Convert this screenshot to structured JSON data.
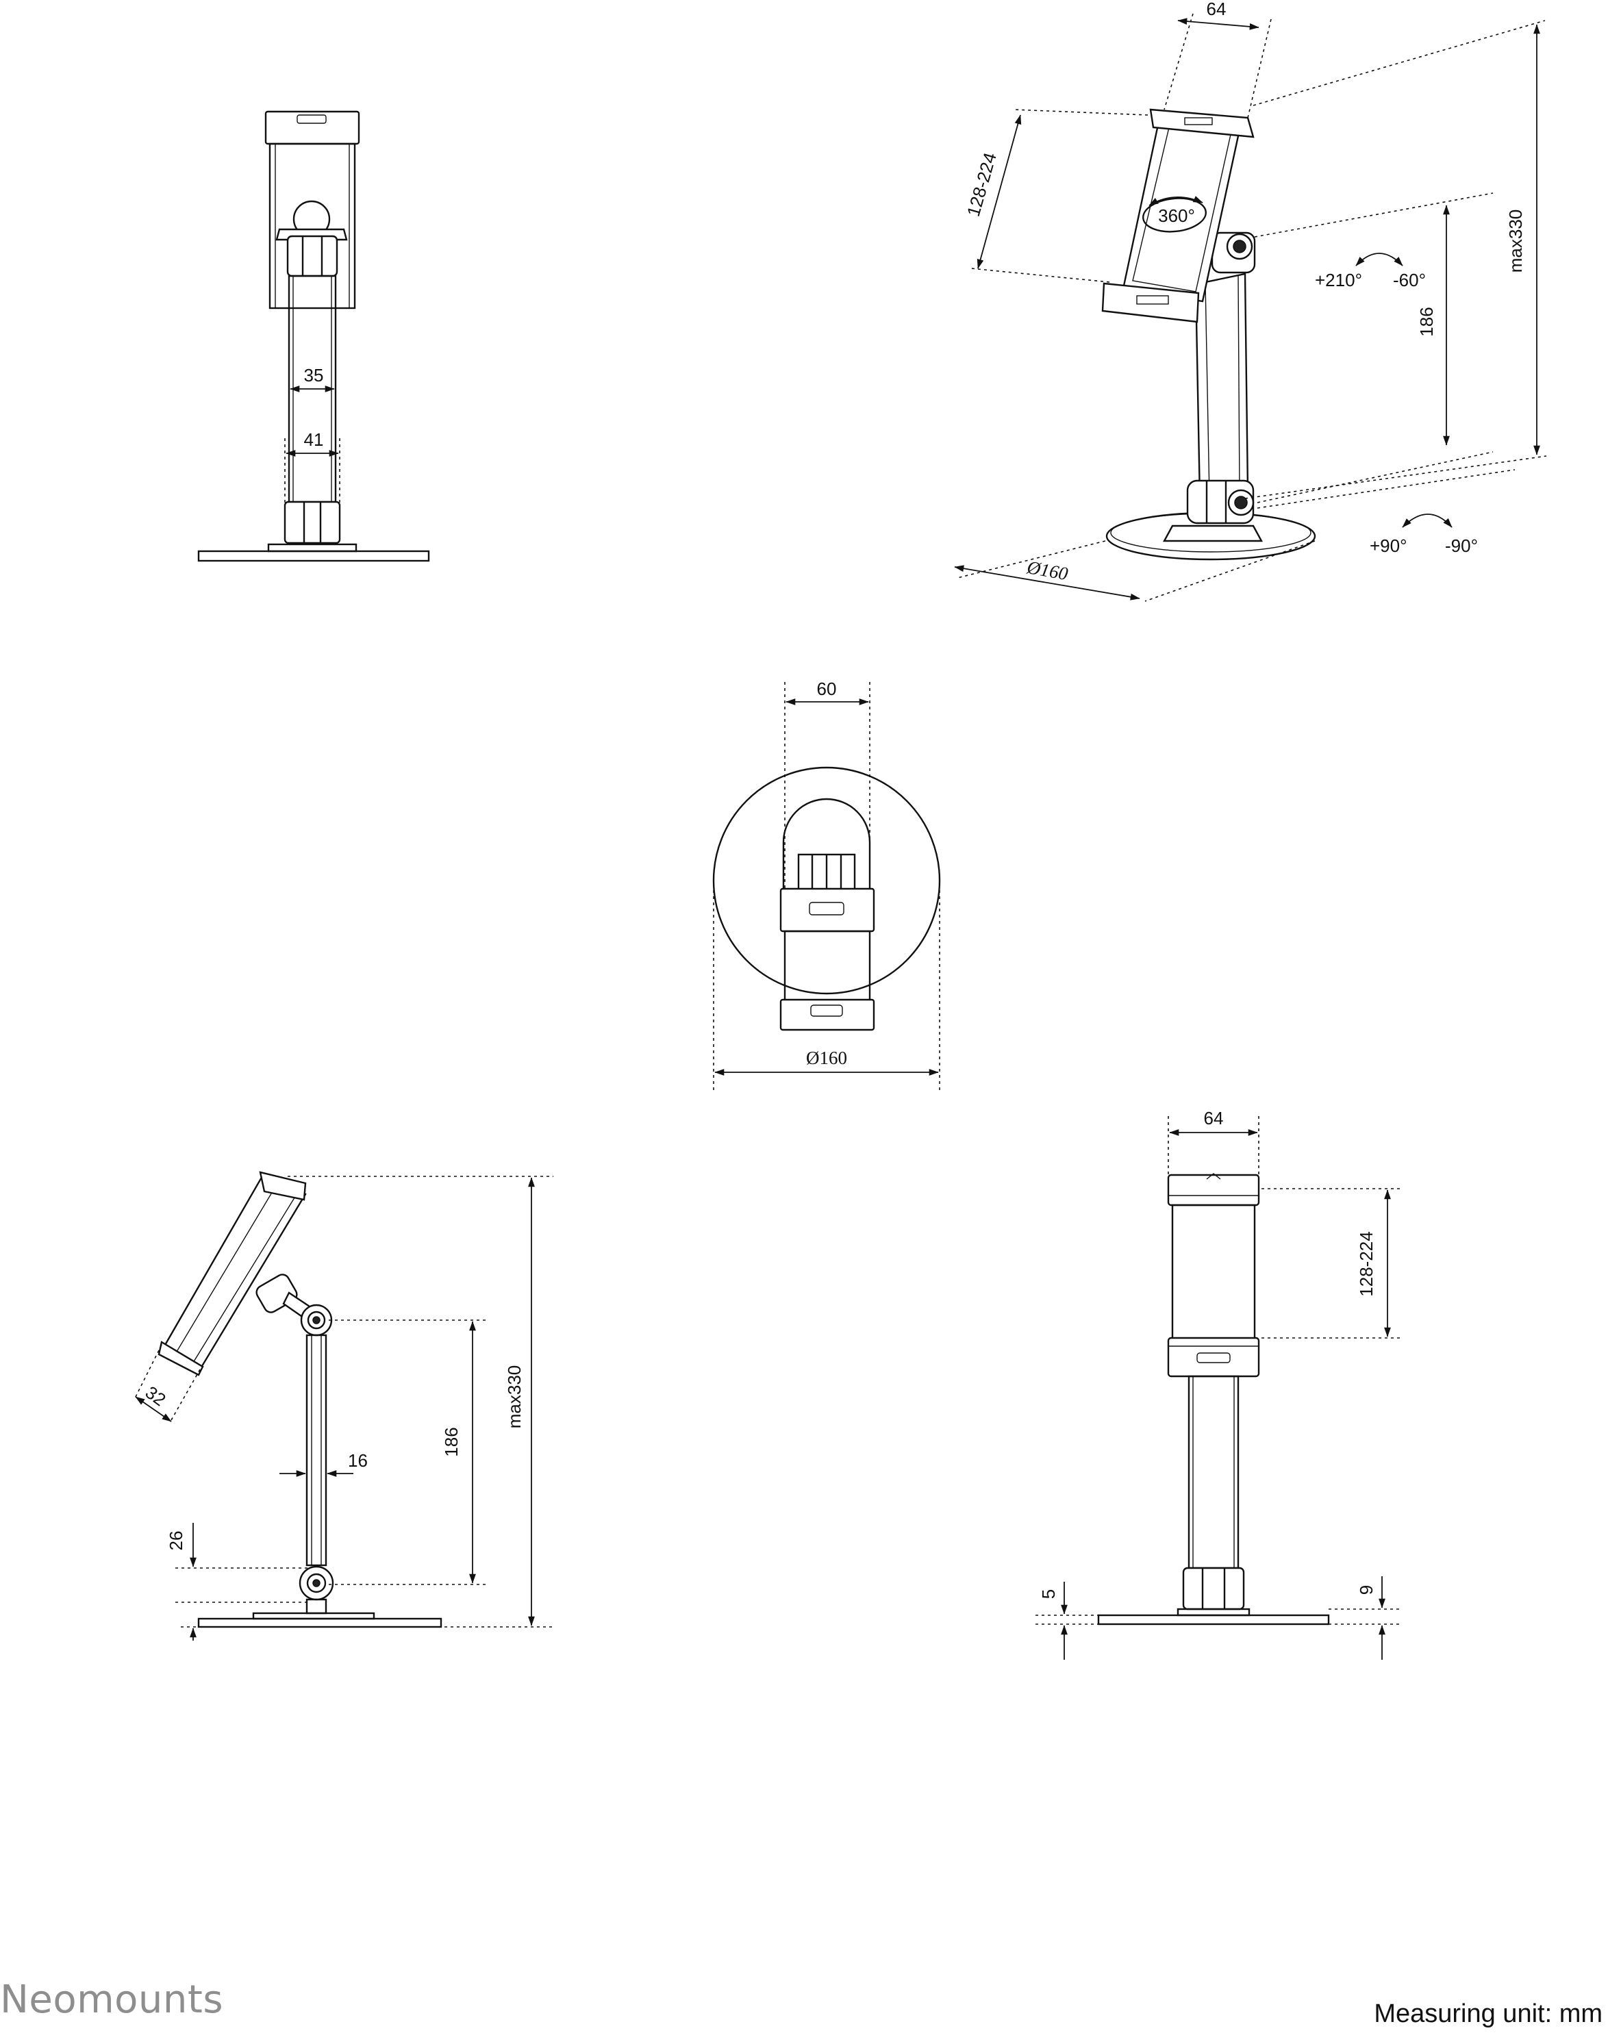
{
  "brand": "Neomounts",
  "footer": {
    "measuring_unit": "Measuring unit: mm"
  },
  "front_view": {
    "dim_inner_width": "35",
    "dim_outer_width": "41"
  },
  "iso_view": {
    "holder_width": "64",
    "holder_range": "128-224",
    "rotation": "360°",
    "tilt_up": "+210°",
    "tilt_down": "-60°",
    "pole_height": "186",
    "max_height": "max330",
    "base_diameter": "Ø160",
    "swivel_left": "+90°",
    "swivel_right": "-90°"
  },
  "top_view": {
    "holder_width": "60",
    "base_diameter": "Ø160"
  },
  "side_view": {
    "max_height": "max330",
    "pole_height": "186",
    "pole_width": "16",
    "lip_depth": "32",
    "joint_height": "26"
  },
  "back_view": {
    "holder_width": "64",
    "holder_range": "128-224",
    "base_thickness": "5",
    "base_step": "9"
  },
  "arrowheads": "arrowheads"
}
